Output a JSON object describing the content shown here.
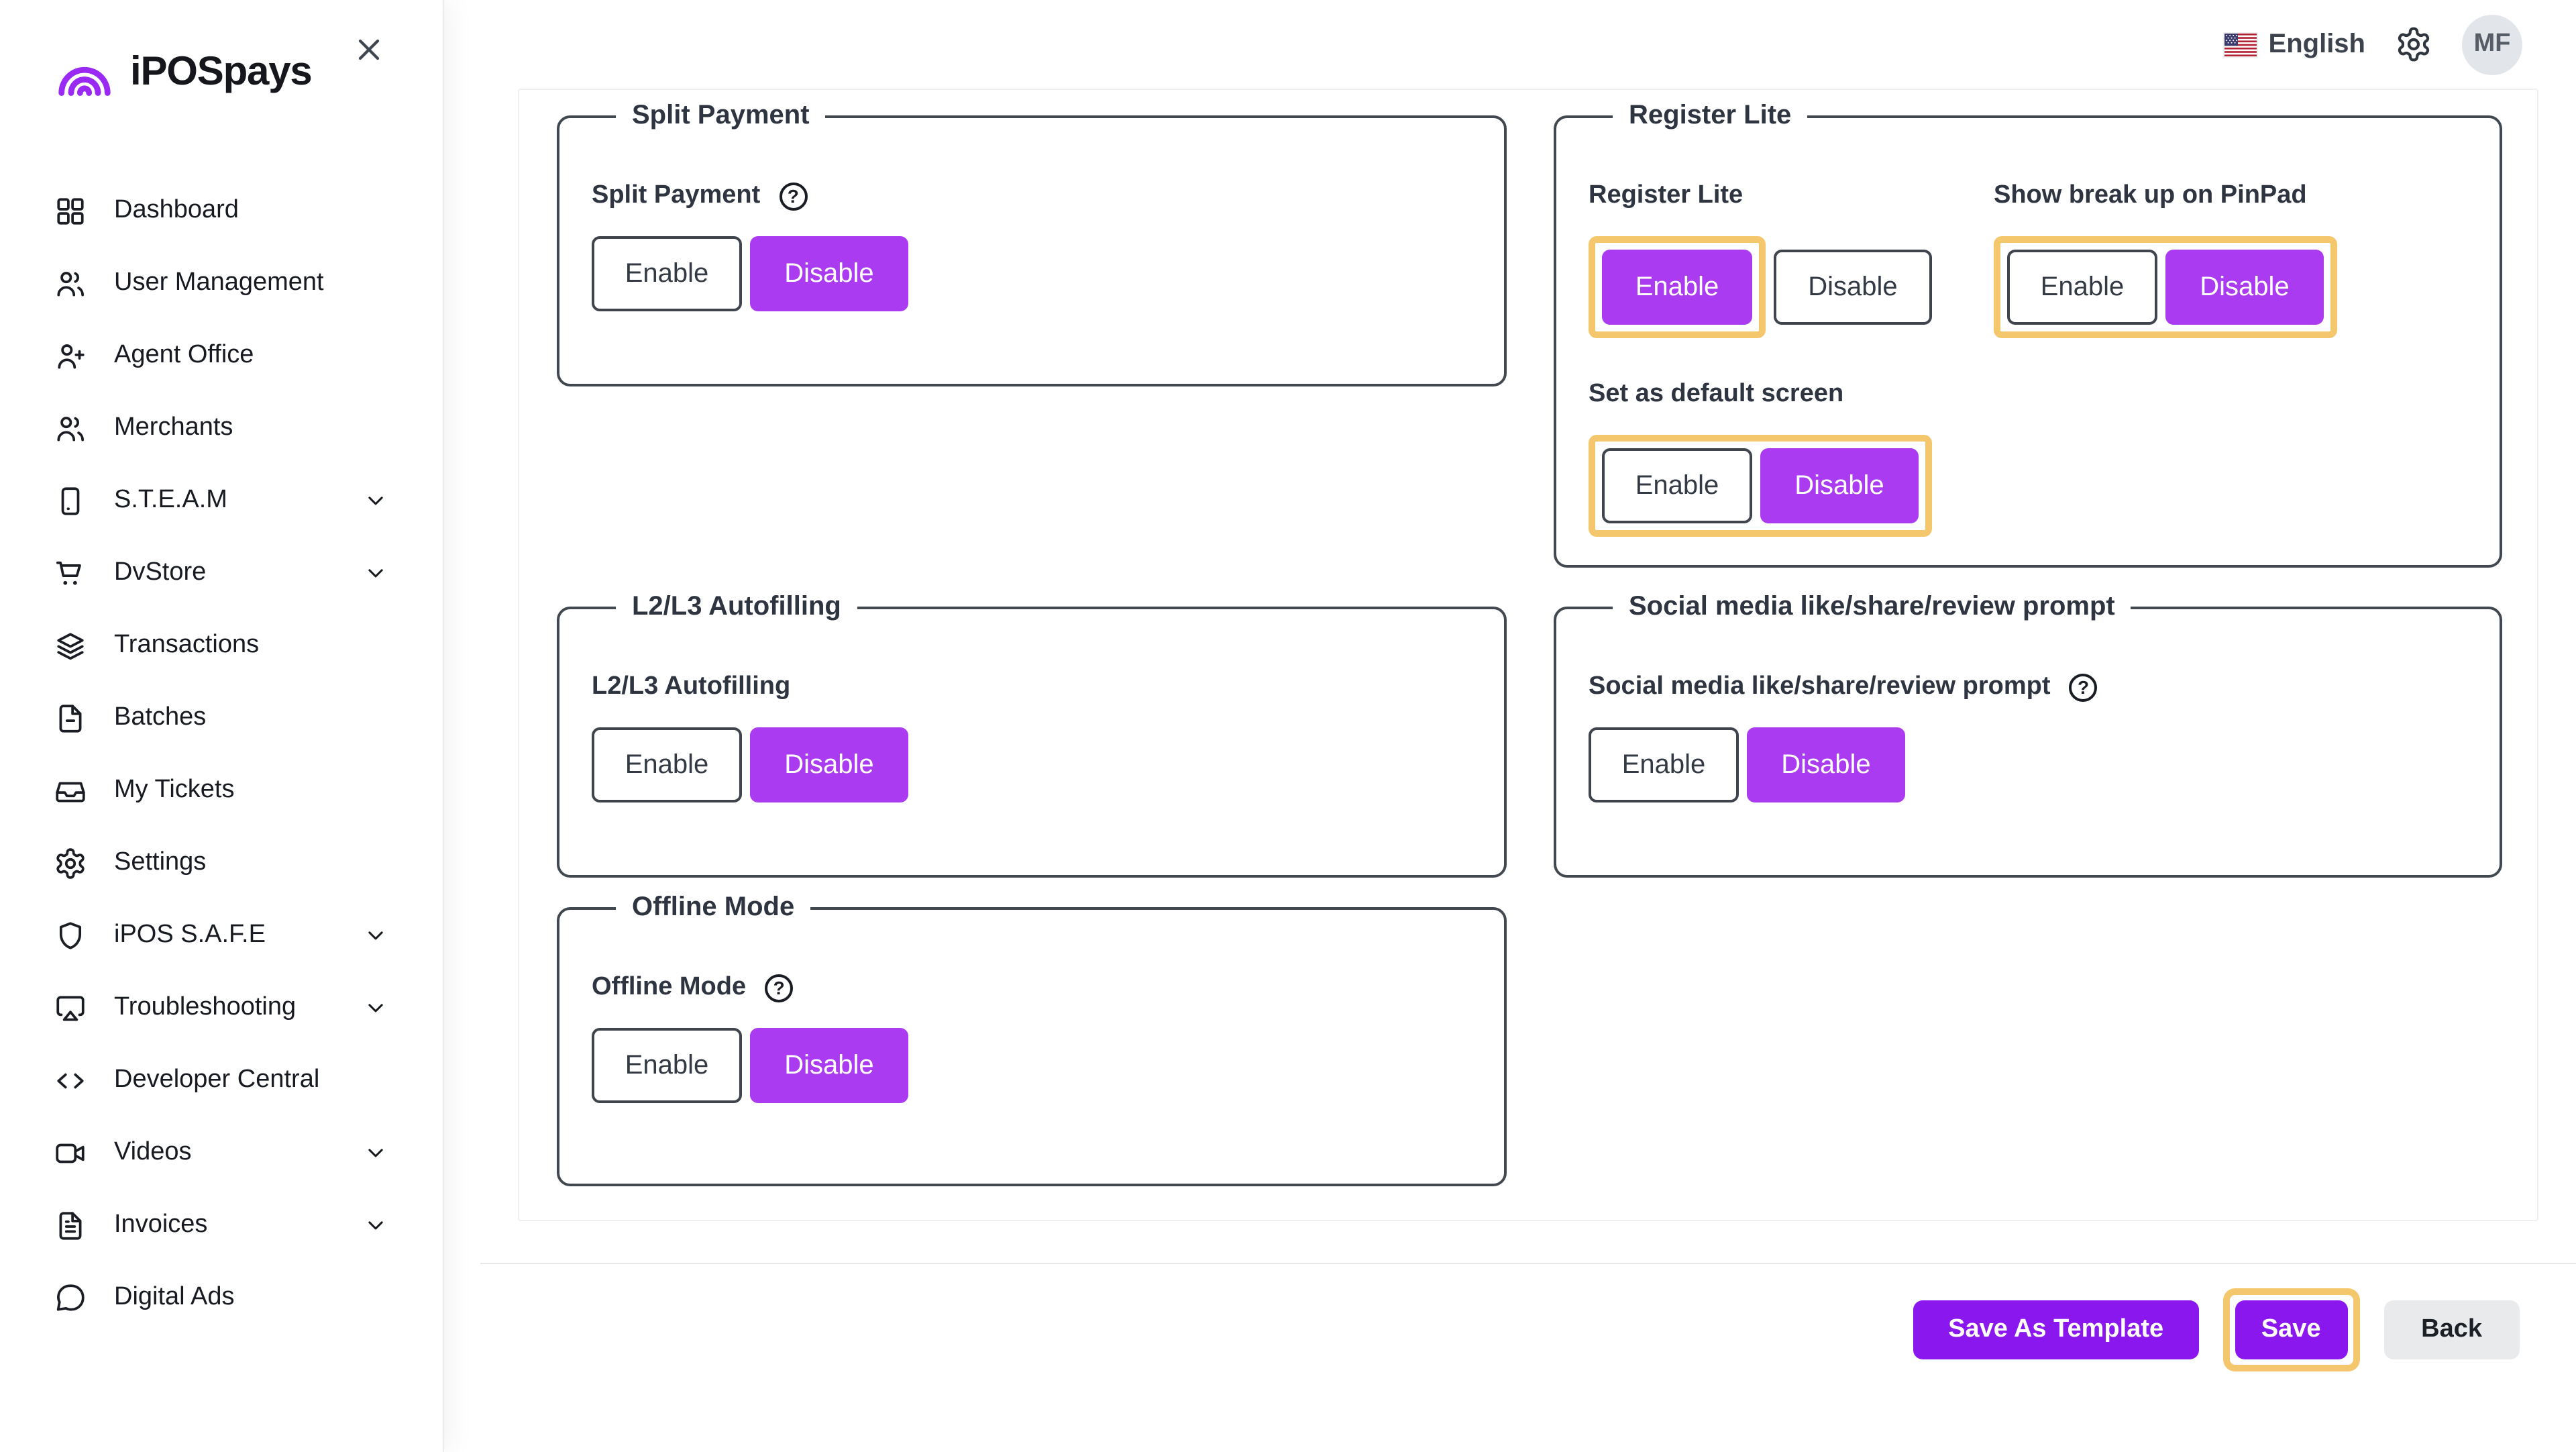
{
  "brand": {
    "name": "iPOSpays"
  },
  "header": {
    "language_label": "English",
    "avatar_initials": "MF"
  },
  "sidebar": {
    "items": [
      {
        "label": "Dashboard",
        "icon": "dashboard-icon",
        "expandable": false
      },
      {
        "label": "User Management",
        "icon": "users-icon",
        "expandable": false
      },
      {
        "label": "Agent Office",
        "icon": "user-plus-icon",
        "expandable": false
      },
      {
        "label": "Merchants",
        "icon": "users-icon",
        "expandable": false
      },
      {
        "label": "S.T.E.A.M",
        "icon": "tablet-icon",
        "expandable": true
      },
      {
        "label": "DvStore",
        "icon": "cart-icon",
        "expandable": true
      },
      {
        "label": "Transactions",
        "icon": "layers-icon",
        "expandable": false
      },
      {
        "label": "Batches",
        "icon": "file-minus-icon",
        "expandable": false
      },
      {
        "label": "My Tickets",
        "icon": "inbox-icon",
        "expandable": false
      },
      {
        "label": "Settings",
        "icon": "gear-icon",
        "expandable": false
      },
      {
        "label": "iPOS S.A.F.E",
        "icon": "shield-icon",
        "expandable": true
      },
      {
        "label": "Troubleshooting",
        "icon": "screen-share-icon",
        "expandable": true
      },
      {
        "label": "Developer Central",
        "icon": "code-icon",
        "expandable": false
      },
      {
        "label": "Videos",
        "icon": "video-icon",
        "expandable": true
      },
      {
        "label": "Invoices",
        "icon": "file-text-icon",
        "expandable": true
      },
      {
        "label": "Digital Ads",
        "icon": "chat-icon",
        "expandable": false
      }
    ]
  },
  "toggles": {
    "enable_label": "Enable",
    "disable_label": "Disable"
  },
  "sections": {
    "split_payment": {
      "legend": "Split Payment",
      "field_label": "Split Payment",
      "has_help": true,
      "value": "Disable",
      "highlighted": false
    },
    "register_lite": {
      "legend": "Register Lite",
      "register_lite": {
        "label": "Register Lite",
        "value": "Enable",
        "highlighted": "enable-button-only"
      },
      "show_break_up": {
        "label": "Show break up on PinPad",
        "value": "Disable",
        "highlighted": "button-group"
      },
      "default_screen": {
        "label": "Set as default screen",
        "value": "Disable",
        "highlighted": "button-group"
      }
    },
    "l2l3": {
      "legend": "L2/L3 Autofilling",
      "field_label": "L2/L3 Autofilling",
      "has_help": false,
      "value": "Disable",
      "highlighted": false
    },
    "social": {
      "legend": "Social media like/share/review prompt",
      "field_label": "Social media like/share/review prompt",
      "has_help": true,
      "value": "Disable",
      "highlighted": false
    },
    "offline": {
      "legend": "Offline Mode",
      "field_label": "Offline Mode",
      "has_help": true,
      "value": "Disable",
      "highlighted": false
    }
  },
  "footer": {
    "save_as_template_label": "Save As Template",
    "save_label": "Save",
    "back_label": "Back",
    "save_highlighted": true
  },
  "ui": {
    "help_glyph": "?"
  },
  "colors": {
    "toggle_active_purple": "#AB3BF0",
    "primary_button_purple": "#8B17EF",
    "highlight_yellow": "#F5C76C",
    "logo_purple": "#9929F3"
  }
}
